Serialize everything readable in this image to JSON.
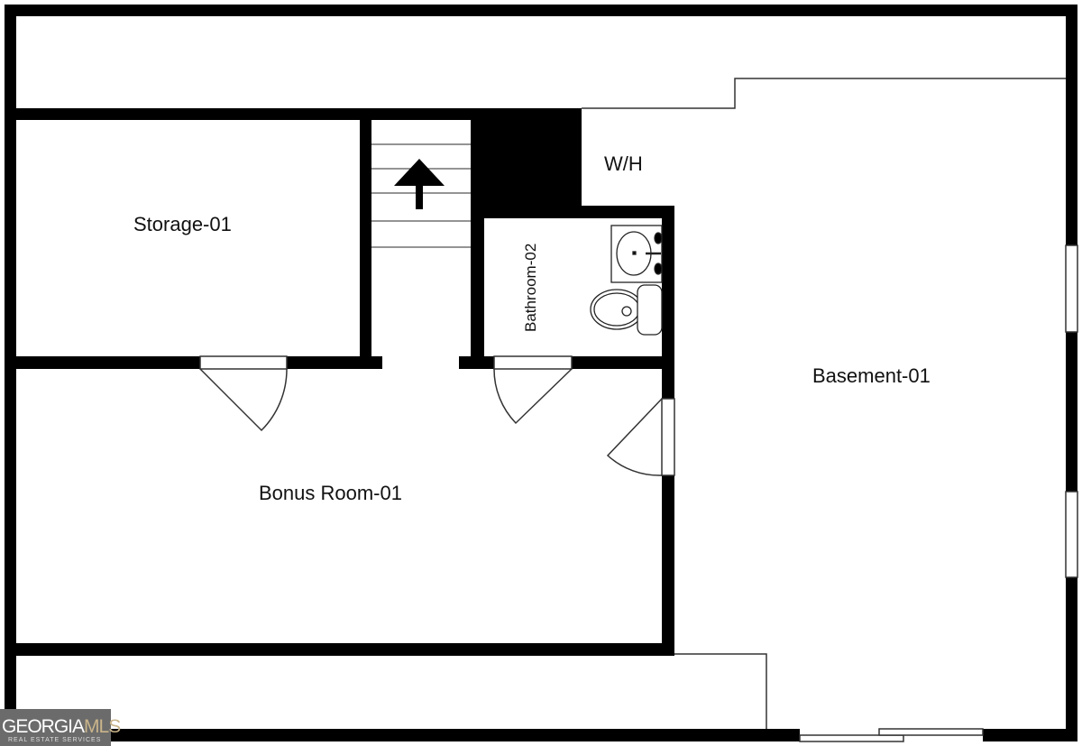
{
  "rooms": {
    "storage": "Storage-01",
    "bathroom": "Bathroom-02",
    "water_heater": "W/H",
    "basement": "Basement-01",
    "bonus": "Bonus Room-01"
  },
  "logo": {
    "brand_a": "GEORGIA",
    "brand_b": "MLS",
    "tagline": "REAL ESTATE SERVICES"
  },
  "colors": {
    "wall": "#000000",
    "logo_bg": "#6b6b6b",
    "logo_accent": "#c9b48a"
  }
}
